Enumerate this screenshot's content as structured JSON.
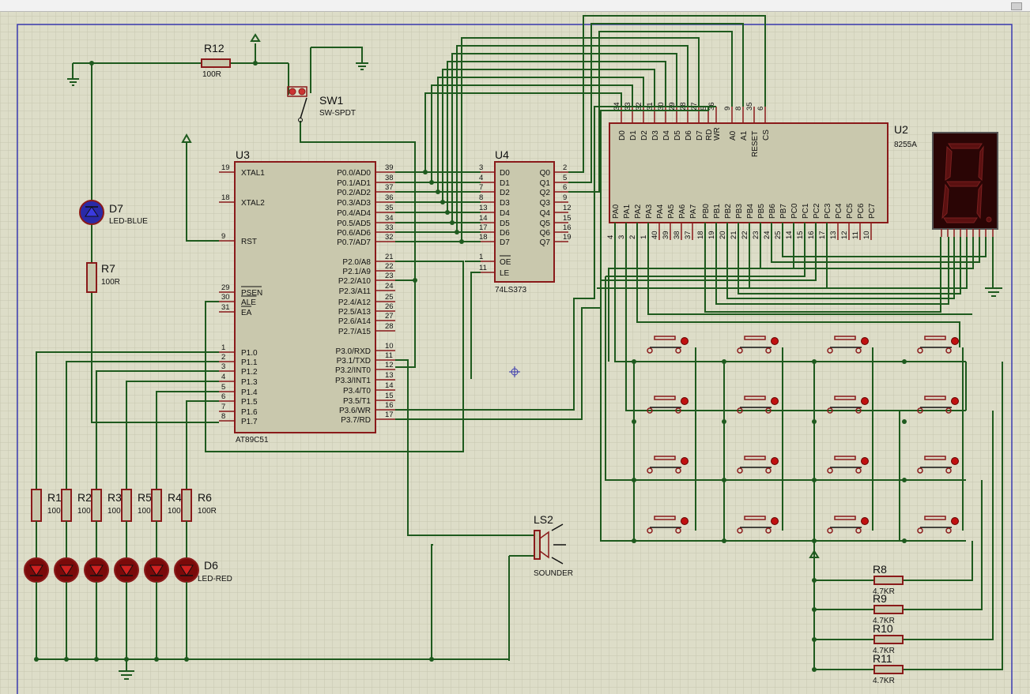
{
  "colors": {
    "wire": "#1e5a1e",
    "component": "#8a1a1a",
    "body": "#c9c8ad",
    "background": "#ddddc8"
  },
  "components": {
    "r12": {
      "ref": "R12",
      "value": "100R"
    },
    "sw1": {
      "ref": "SW1",
      "value": "SW-SPDT"
    },
    "d7": {
      "ref": "D7",
      "value": "LED-BLUE"
    },
    "r7": {
      "ref": "R7",
      "value": "100R"
    },
    "u3": {
      "ref": "U3",
      "value": "AT89C51",
      "left_pins": [
        {
          "num": "19",
          "name": "XTAL1"
        },
        {
          "num": "18",
          "name": "XTAL2"
        },
        {
          "num": "9",
          "name": "RST"
        },
        {
          "num": "29",
          "name": "PSEN"
        },
        {
          "num": "30",
          "name": "ALE"
        },
        {
          "num": "31",
          "name": "EA"
        },
        {
          "num": "1",
          "name": "P1.0"
        },
        {
          "num": "2",
          "name": "P1.1"
        },
        {
          "num": "3",
          "name": "P1.2"
        },
        {
          "num": "4",
          "name": "P1.3"
        },
        {
          "num": "5",
          "name": "P1.4"
        },
        {
          "num": "6",
          "name": "P1.5"
        },
        {
          "num": "7",
          "name": "P1.6"
        },
        {
          "num": "8",
          "name": "P1.7"
        }
      ],
      "right_pins": [
        {
          "num": "39",
          "name": "P0.0/AD0"
        },
        {
          "num": "38",
          "name": "P0.1/AD1"
        },
        {
          "num": "37",
          "name": "P0.2/AD2"
        },
        {
          "num": "36",
          "name": "P0.3/AD3"
        },
        {
          "num": "35",
          "name": "P0.4/AD4"
        },
        {
          "num": "34",
          "name": "P0.5/AD5"
        },
        {
          "num": "33",
          "name": "P0.6/AD6"
        },
        {
          "num": "32",
          "name": "P0.7/AD7"
        },
        {
          "num": "21",
          "name": "P2.0/A8"
        },
        {
          "num": "22",
          "name": "P2.1/A9"
        },
        {
          "num": "23",
          "name": "P2.2/A10"
        },
        {
          "num": "24",
          "name": "P2.3/A11"
        },
        {
          "num": "25",
          "name": "P2.4/A12"
        },
        {
          "num": "26",
          "name": "P2.5/A13"
        },
        {
          "num": "27",
          "name": "P2.6/A14"
        },
        {
          "num": "28",
          "name": "P2.7/A15"
        },
        {
          "num": "10",
          "name": "P3.0/RXD"
        },
        {
          "num": "11",
          "name": "P3.1/TXD"
        },
        {
          "num": "12",
          "name": "P3.2/INT0"
        },
        {
          "num": "13",
          "name": "P3.3/INT1"
        },
        {
          "num": "14",
          "name": "P3.4/T0"
        },
        {
          "num": "15",
          "name": "P3.5/T1"
        },
        {
          "num": "16",
          "name": "P3.6/WR"
        },
        {
          "num": "17",
          "name": "P3.7/RD"
        }
      ]
    },
    "u4": {
      "ref": "U4",
      "value": "74LS373",
      "left_pins": [
        {
          "num": "3",
          "name": "D0"
        },
        {
          "num": "4",
          "name": "D1"
        },
        {
          "num": "7",
          "name": "D2"
        },
        {
          "num": "8",
          "name": "D3"
        },
        {
          "num": "13",
          "name": "D4"
        },
        {
          "num": "14",
          "name": "D5"
        },
        {
          "num": "17",
          "name": "D6"
        },
        {
          "num": "18",
          "name": "D7"
        },
        {
          "num": "1",
          "name": "OE"
        },
        {
          "num": "11",
          "name": "LE"
        }
      ],
      "right_pins": [
        {
          "num": "2",
          "name": "Q0"
        },
        {
          "num": "5",
          "name": "Q1"
        },
        {
          "num": "6",
          "name": "Q2"
        },
        {
          "num": "9",
          "name": "Q3"
        },
        {
          "num": "12",
          "name": "Q4"
        },
        {
          "num": "15",
          "name": "Q5"
        },
        {
          "num": "16",
          "name": "Q6"
        },
        {
          "num": "19",
          "name": "Q7"
        }
      ]
    },
    "u2": {
      "ref": "U2",
      "value": "8255A",
      "top_pins": [
        {
          "num": "34",
          "name": "D0"
        },
        {
          "num": "33",
          "name": "D1"
        },
        {
          "num": "32",
          "name": "D2"
        },
        {
          "num": "31",
          "name": "D3"
        },
        {
          "num": "30",
          "name": "D4"
        },
        {
          "num": "29",
          "name": "D5"
        },
        {
          "num": "28",
          "name": "D6"
        },
        {
          "num": "27",
          "name": "D7"
        },
        {
          "num": "5",
          "name": "RD"
        },
        {
          "num": "36",
          "name": "WR"
        },
        {
          "num": "9",
          "name": "A0"
        },
        {
          "num": "8",
          "name": "A1"
        },
        {
          "num": "35",
          "name": "RESET"
        },
        {
          "num": "6",
          "name": "CS"
        }
      ],
      "bottom_pins": [
        {
          "num": "4",
          "name": "PA0"
        },
        {
          "num": "3",
          "name": "PA1"
        },
        {
          "num": "2",
          "name": "PA2"
        },
        {
          "num": "1",
          "name": "PA3"
        },
        {
          "num": "40",
          "name": "PA4"
        },
        {
          "num": "39",
          "name": "PA5"
        },
        {
          "num": "38",
          "name": "PA6"
        },
        {
          "num": "37",
          "name": "PA7"
        },
        {
          "num": "18",
          "name": "PB0"
        },
        {
          "num": "19",
          "name": "PB1"
        },
        {
          "num": "20",
          "name": "PB2"
        },
        {
          "num": "21",
          "name": "PB3"
        },
        {
          "num": "22",
          "name": "PB4"
        },
        {
          "num": "23",
          "name": "PB5"
        },
        {
          "num": "24",
          "name": "PB6"
        },
        {
          "num": "25",
          "name": "PB7"
        },
        {
          "num": "14",
          "name": "PC0"
        },
        {
          "num": "15",
          "name": "PC1"
        },
        {
          "num": "16",
          "name": "PC2"
        },
        {
          "num": "17",
          "name": "PC3"
        },
        {
          "num": "13",
          "name": "PC4"
        },
        {
          "num": "12",
          "name": "PC5"
        },
        {
          "num": "11",
          "name": "PC6"
        },
        {
          "num": "10",
          "name": "PC7"
        }
      ]
    },
    "ls2": {
      "ref": "LS2",
      "value": "SOUNDER"
    },
    "led_resistors": [
      {
        "ref": "R1",
        "value": "100R"
      },
      {
        "ref": "R2",
        "value": "100R"
      },
      {
        "ref": "R3",
        "value": "100R"
      },
      {
        "ref": "R5",
        "value": "100R"
      },
      {
        "ref": "R4",
        "value": "100R"
      },
      {
        "ref": "R6",
        "value": "100R"
      }
    ],
    "d6": {
      "ref": "D6",
      "value": "LED-RED"
    },
    "pullups": [
      {
        "ref": "R8",
        "value": "4.7KR"
      },
      {
        "ref": "R9",
        "value": "4.7KR"
      },
      {
        "ref": "R10",
        "value": "4.7KR"
      },
      {
        "ref": "R11",
        "value": "4.7KR"
      }
    ]
  }
}
